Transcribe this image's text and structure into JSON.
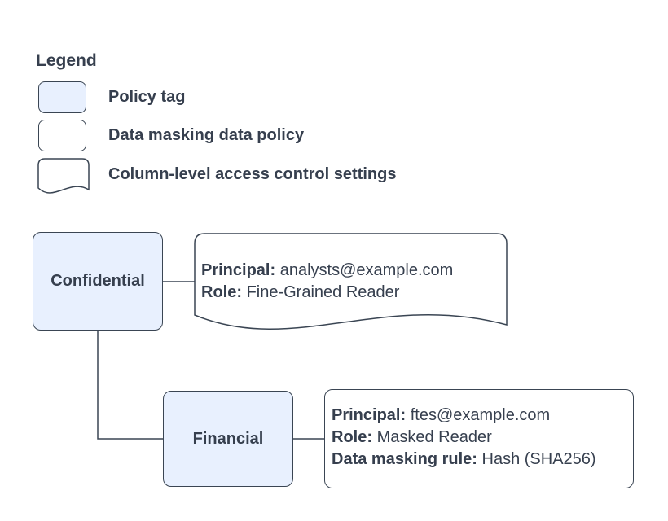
{
  "colors": {
    "background": "#ffffff",
    "stroke": "#3a4553",
    "text": "#363f4e",
    "policy_tag_fill": "#e8f0fe",
    "shape_fill": "#ffffff"
  },
  "legend": {
    "title": "Legend",
    "items": [
      {
        "shape": "policy-tag-swatch",
        "label": "Policy tag"
      },
      {
        "shape": "data-policy-swatch",
        "label": "Data masking data policy"
      },
      {
        "shape": "document-swatch",
        "label": "Column-level access control settings"
      }
    ]
  },
  "diagram": {
    "nodes": {
      "confidential": {
        "label": "Confidential"
      },
      "financial": {
        "label": "Financial"
      },
      "confidential_settings": {
        "lines": [
          {
            "label": "Principal:",
            "value": "analysts@example.com"
          },
          {
            "label": "Role:",
            "value": "Fine-Grained Reader"
          }
        ]
      },
      "financial_policy": {
        "lines": [
          {
            "label": "Principal:",
            "value": "ftes@example.com"
          },
          {
            "label": "Role:",
            "value": "Masked Reader"
          },
          {
            "label": "Data masking rule:",
            "value": "Hash (SHA256)"
          }
        ]
      }
    }
  }
}
